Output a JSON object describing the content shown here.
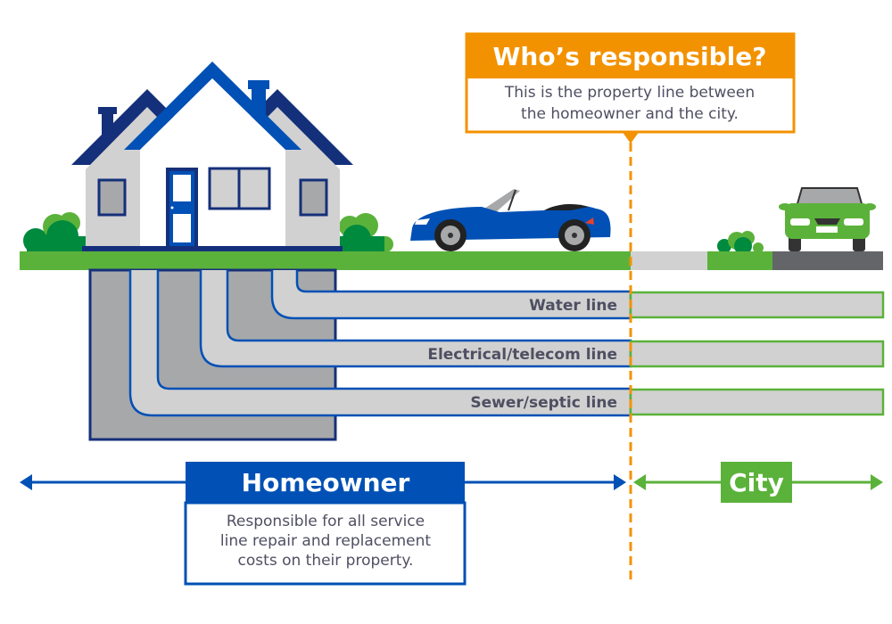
{
  "callout": {
    "title": "Who’s responsible?",
    "lines": [
      "This is the property line between",
      "the homeowner and the city."
    ]
  },
  "service_lines": [
    "Water line",
    "Electrical/telecom line",
    "Sewer/septic line"
  ],
  "homeowner": {
    "title": "Homeowner",
    "lines": [
      "Responsible for all service",
      "line repair and replacement",
      "costs on their property."
    ]
  },
  "city": {
    "title": "City"
  },
  "colors": {
    "orange": "#f39200",
    "blue": "#0050b5",
    "navy": "#15307a",
    "green": "#5bb23a",
    "dark_green": "#008a3e",
    "pipe_gray": "#d1d1d1",
    "basement_gray": "#a7a8aa",
    "road": "#636569"
  }
}
